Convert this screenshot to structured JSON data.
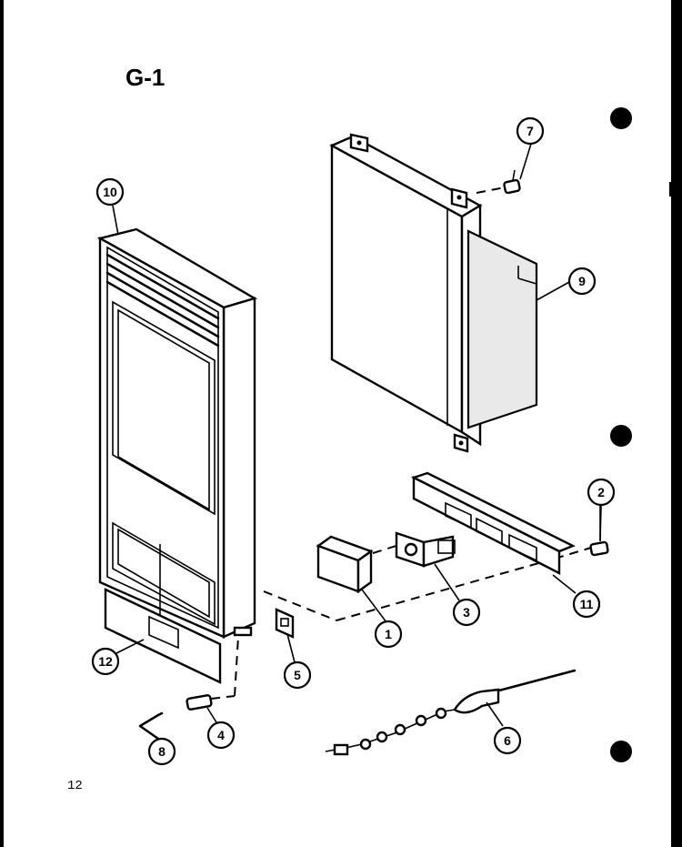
{
  "figure": {
    "label": "G-1",
    "page_number": "12"
  },
  "callouts": [
    {
      "id": "callout-1",
      "number": "1"
    },
    {
      "id": "callout-2",
      "number": "2"
    },
    {
      "id": "callout-3",
      "number": "3"
    },
    {
      "id": "callout-4",
      "number": "4"
    },
    {
      "id": "callout-5",
      "number": "5"
    },
    {
      "id": "callout-6",
      "number": "6"
    },
    {
      "id": "callout-7",
      "number": "7"
    },
    {
      "id": "callout-8",
      "number": "8"
    },
    {
      "id": "callout-9",
      "number": "9"
    },
    {
      "id": "callout-10",
      "number": "10"
    },
    {
      "id": "callout-11",
      "number": "11"
    },
    {
      "id": "callout-12",
      "number": "12"
    }
  ]
}
